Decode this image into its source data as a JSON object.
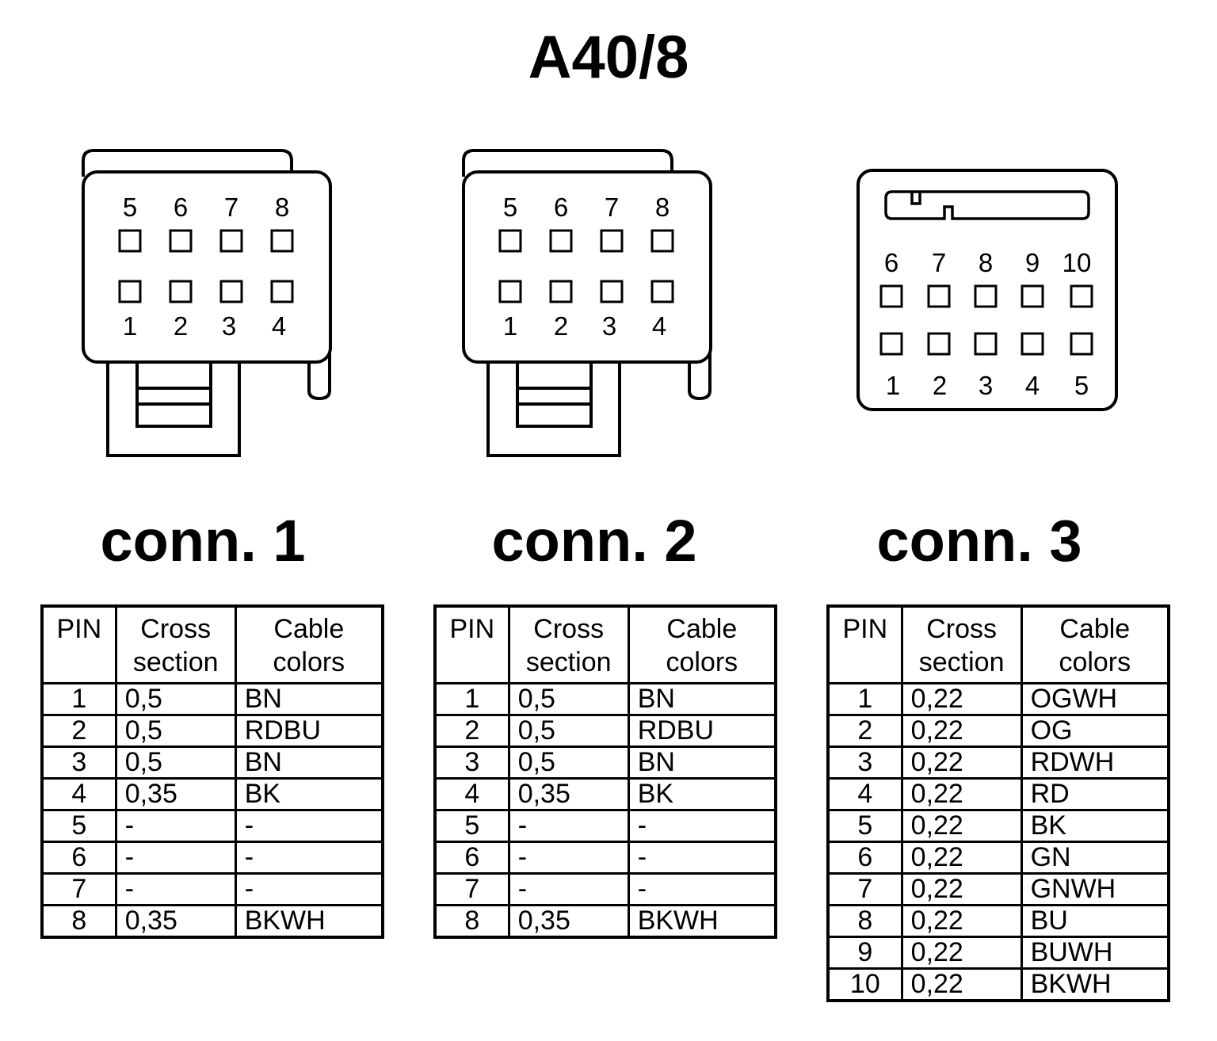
{
  "title": "A40/8",
  "connectors": [
    {
      "label": "conn. 1",
      "top_pins": [
        "5",
        "6",
        "7",
        "8"
      ],
      "bottom_pins": [
        "1",
        "2",
        "3",
        "4"
      ],
      "table": {
        "headers": [
          [
            "PIN"
          ],
          [
            "Cross",
            "section"
          ],
          [
            "Cable",
            "colors"
          ]
        ],
        "rows": [
          [
            "1",
            "0,5",
            "BN"
          ],
          [
            "2",
            "0,5",
            "RDBU"
          ],
          [
            "3",
            "0,5",
            "BN"
          ],
          [
            "4",
            "0,35",
            "BK"
          ],
          [
            "5",
            "-",
            "-"
          ],
          [
            "6",
            "-",
            "-"
          ],
          [
            "7",
            "-",
            "-"
          ],
          [
            "8",
            "0,35",
            "BKWH"
          ]
        ]
      }
    },
    {
      "label": "conn. 2",
      "top_pins": [
        "5",
        "6",
        "7",
        "8"
      ],
      "bottom_pins": [
        "1",
        "2",
        "3",
        "4"
      ],
      "table": {
        "headers": [
          [
            "PIN"
          ],
          [
            "Cross",
            "section"
          ],
          [
            "Cable",
            "colors"
          ]
        ],
        "rows": [
          [
            "1",
            "0,5",
            "BN"
          ],
          [
            "2",
            "0,5",
            "RDBU"
          ],
          [
            "3",
            "0,5",
            "BN"
          ],
          [
            "4",
            "0,35",
            "BK"
          ],
          [
            "5",
            "-",
            "-"
          ],
          [
            "6",
            "-",
            "-"
          ],
          [
            "7",
            "-",
            "-"
          ],
          [
            "8",
            "0,35",
            "BKWH"
          ]
        ]
      }
    },
    {
      "label": "conn. 3",
      "top_pins": [
        "6",
        "7",
        "8",
        "9",
        "10"
      ],
      "bottom_pins": [
        "1",
        "2",
        "3",
        "4",
        "5"
      ],
      "table": {
        "headers": [
          [
            "PIN"
          ],
          [
            "Cross",
            "section"
          ],
          [
            "Cable",
            "colors"
          ]
        ],
        "rows": [
          [
            "1",
            "0,22",
            "OGWH"
          ],
          [
            "2",
            "0,22",
            "OG"
          ],
          [
            "3",
            "0,22",
            "RDWH"
          ],
          [
            "4",
            "0,22",
            "RD"
          ],
          [
            "5",
            "0,22",
            "BK"
          ],
          [
            "6",
            "0,22",
            "GN"
          ],
          [
            "7",
            "0,22",
            "GNWH"
          ],
          [
            "8",
            "0,22",
            "BU"
          ],
          [
            "9",
            "0,22",
            "BUWH"
          ],
          [
            "10",
            "0,22",
            "BKWH"
          ]
        ]
      }
    }
  ]
}
